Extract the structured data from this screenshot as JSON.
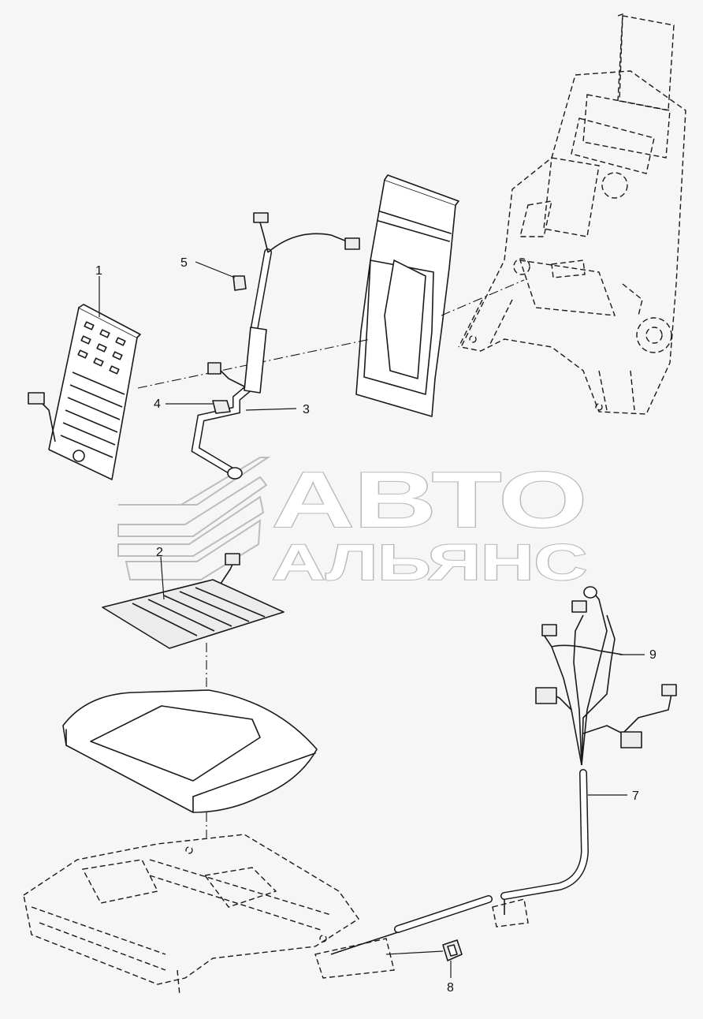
{
  "watermark": {
    "line1": "АВТО",
    "line2": "АЛЬЯНС"
  },
  "callouts": [
    {
      "id": "1",
      "label": "1"
    },
    {
      "id": "2",
      "label": "2"
    },
    {
      "id": "3",
      "label": "3"
    },
    {
      "id": "4",
      "label": "4"
    },
    {
      "id": "5",
      "label": "5"
    },
    {
      "id": "7",
      "label": "7"
    },
    {
      "id": "8",
      "label": "8"
    },
    {
      "id": "9",
      "label": "9"
    }
  ],
  "colors": {
    "line": "#1a1a1a",
    "background": "#f6f6f6",
    "watermark": "#bcbcbc"
  }
}
